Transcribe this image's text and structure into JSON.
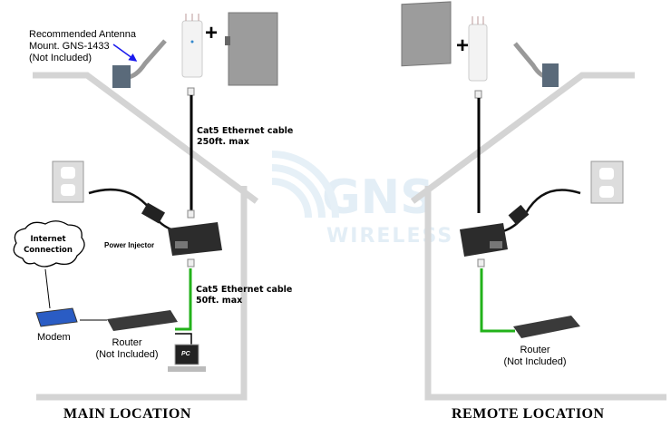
{
  "watermark": {
    "brand": "GNS",
    "sub": "WIRELESS"
  },
  "main": {
    "mount_label": [
      "Recommended Antenna",
      "Mount. GNS-1433",
      "(Not Included)"
    ],
    "cable_long": [
      "Cat5 Ethernet cable",
      "250ft. max"
    ],
    "cable_short": [
      "Cat5 Ethernet cable",
      "50ft. max"
    ],
    "power_injector": "Power Injector",
    "internet": [
      "Internet",
      "Connection"
    ],
    "modem": "Modem",
    "router": [
      "Router",
      "(Not Included)"
    ],
    "pc": "PC",
    "plus": "+",
    "title": "MAIN LOCATION"
  },
  "remote": {
    "plus": "+",
    "router": [
      "Router",
      "(Not Included)"
    ],
    "title": "REMOTE LOCATION"
  },
  "colors": {
    "house": "#d4d4d4",
    "green_cable": "#22b21a",
    "black_cable": "#000000",
    "watermark": "#e3eef6"
  }
}
